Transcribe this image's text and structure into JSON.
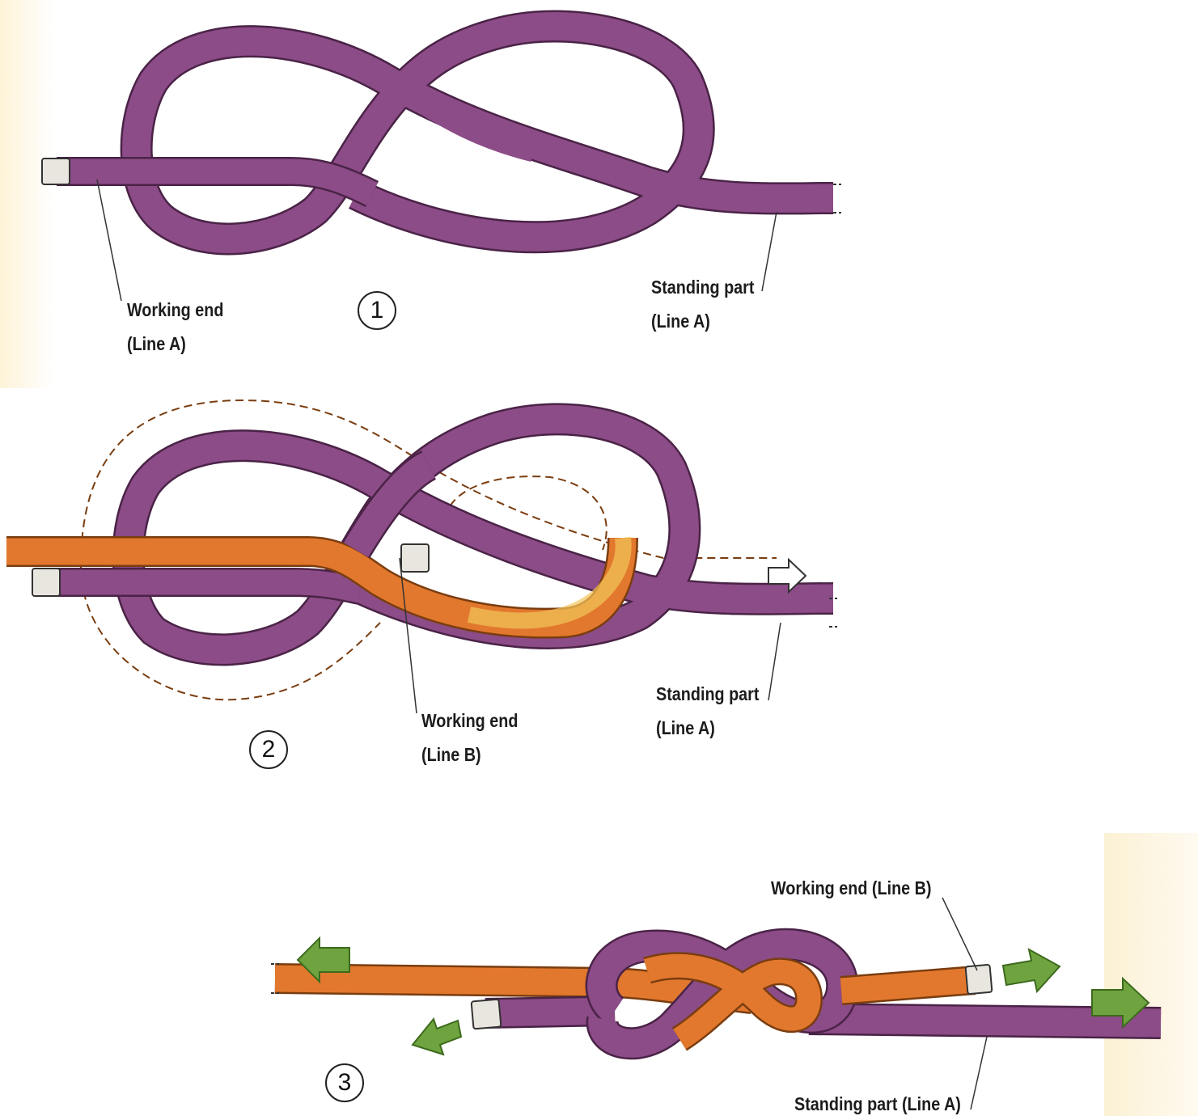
{
  "colors": {
    "line_a": "#8c4c87",
    "line_a_dark": "#4a2347",
    "line_a_light": "#a66aa1",
    "line_b": "#e2782d",
    "line_b_dark": "#7a3d10",
    "arrow_green": "#6ea33f",
    "background_tint": "#fdf6df"
  },
  "icons": [
    "step-number-circle",
    "direction-arrow",
    "rope-end-whipping"
  ],
  "panels": [
    {
      "step": "1",
      "labels": {
        "working_end": {
          "line1": "Working end",
          "line2": "(Line A)"
        },
        "standing_part": {
          "line1": "Standing part",
          "line2": "(Line A)"
        }
      }
    },
    {
      "step": "2",
      "labels": {
        "working_end": {
          "line1": "Working end",
          "line2": "(Line B)"
        },
        "standing_part": {
          "line1": "Standing part",
          "line2": "(Line A)"
        }
      }
    },
    {
      "step": "3",
      "labels": {
        "working_end": {
          "text": "Working end (Line B)"
        },
        "standing_part": {
          "text": "Standing part (Line A)"
        }
      }
    }
  ]
}
